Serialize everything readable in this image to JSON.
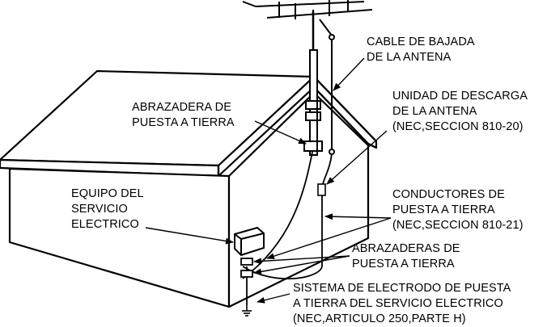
{
  "labels": {
    "cable_de_bajada": [
      "CABLE DE BAJADA",
      "DE LA ANTENA"
    ],
    "unidad_de_descarga": [
      "UNIDAD DE DESCARGA",
      "DE LA ANTENA",
      "(NEC,SECCION 810-20)"
    ],
    "abrazadera_de_puesta": [
      "ABRAZADERA DE",
      "PUESTA A TIERRA"
    ],
    "equipo_del_servicio": [
      "EQUIPO DEL",
      "SERVICIO",
      "ELECTRICO"
    ],
    "conductores": [
      "CONDUCTORES DE",
      "PUESTA A TIERRA",
      "(NEC,SECCION 810-21)"
    ],
    "abrazaderas": [
      "ABRAZADERAS DE",
      "PUESTA A TIERRA"
    ],
    "sistema": [
      "SISTEMA DE ELECTRODO DE PUESTA",
      "A TIERRA DEL SERVICIO ELECTRICO",
      "(NEC,ARTICULO 250,PARTE H)"
    ]
  },
  "colors": {
    "line": "#000000",
    "background": "#ffffff"
  }
}
